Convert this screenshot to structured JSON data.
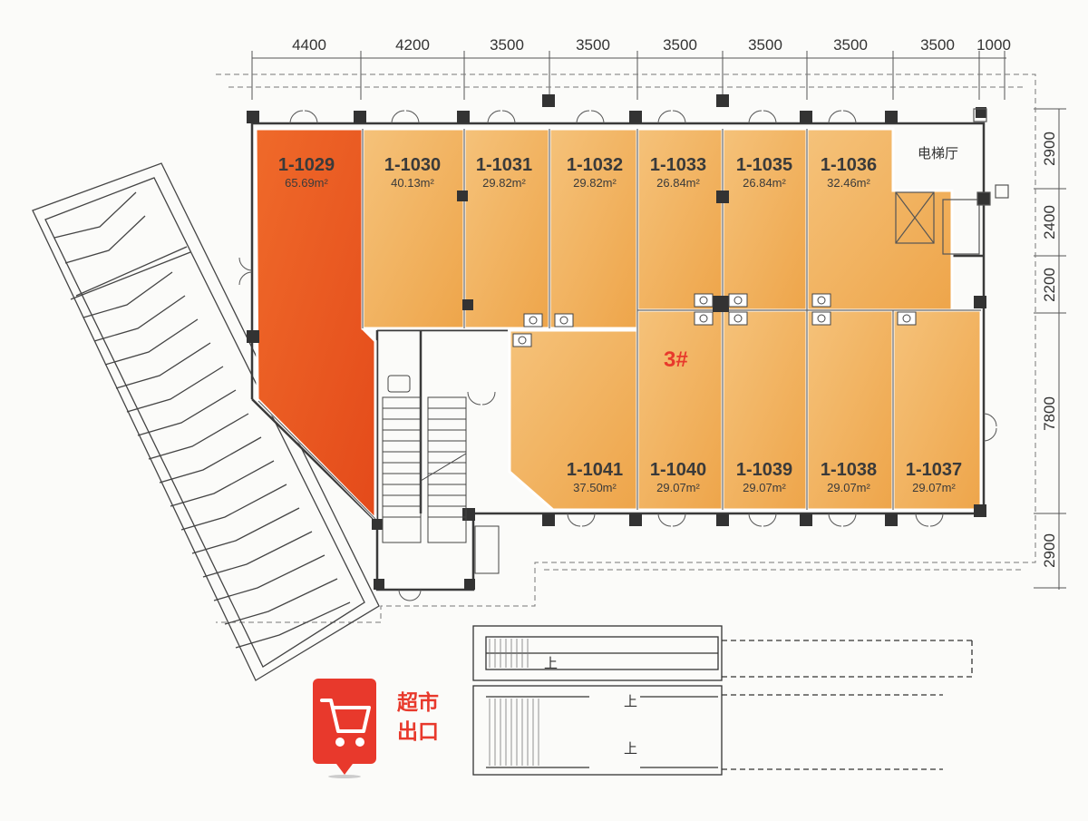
{
  "dimensions": {
    "top": [
      "4400",
      "4200",
      "3500",
      "3500",
      "3500",
      "3500",
      "3500",
      "3500",
      "1000"
    ],
    "right": [
      "2900",
      "2400",
      "2200",
      "7800",
      "2900"
    ]
  },
  "building_label": "3#",
  "elevator_hall_label": "电梯厅",
  "exit_label": {
    "line1": "超市",
    "line2": "出口"
  },
  "stair_up_label": "上",
  "units": [
    {
      "id": "1-1029",
      "area": "65.69m²",
      "highlight": true
    },
    {
      "id": "1-1030",
      "area": "40.13m²"
    },
    {
      "id": "1-1031",
      "area": "29.82m²"
    },
    {
      "id": "1-1032",
      "area": "29.82m²"
    },
    {
      "id": "1-1033",
      "area": "26.84m²"
    },
    {
      "id": "1-1035",
      "area": "26.84m²"
    },
    {
      "id": "1-1036",
      "area": "32.46m²"
    },
    {
      "id": "1-1041",
      "area": "37.50m²"
    },
    {
      "id": "1-1040",
      "area": "29.07m²"
    },
    {
      "id": "1-1039",
      "area": "29.07m²"
    },
    {
      "id": "1-1038",
      "area": "29.07m²"
    },
    {
      "id": "1-1037",
      "area": "29.07m²"
    }
  ],
  "colors": {
    "unit_fill": "#f2b45e",
    "highlight_fill": "#ee5a23",
    "wall": "#3a3a3a",
    "building_label": "#e8392c",
    "badge": "#e8392c"
  }
}
